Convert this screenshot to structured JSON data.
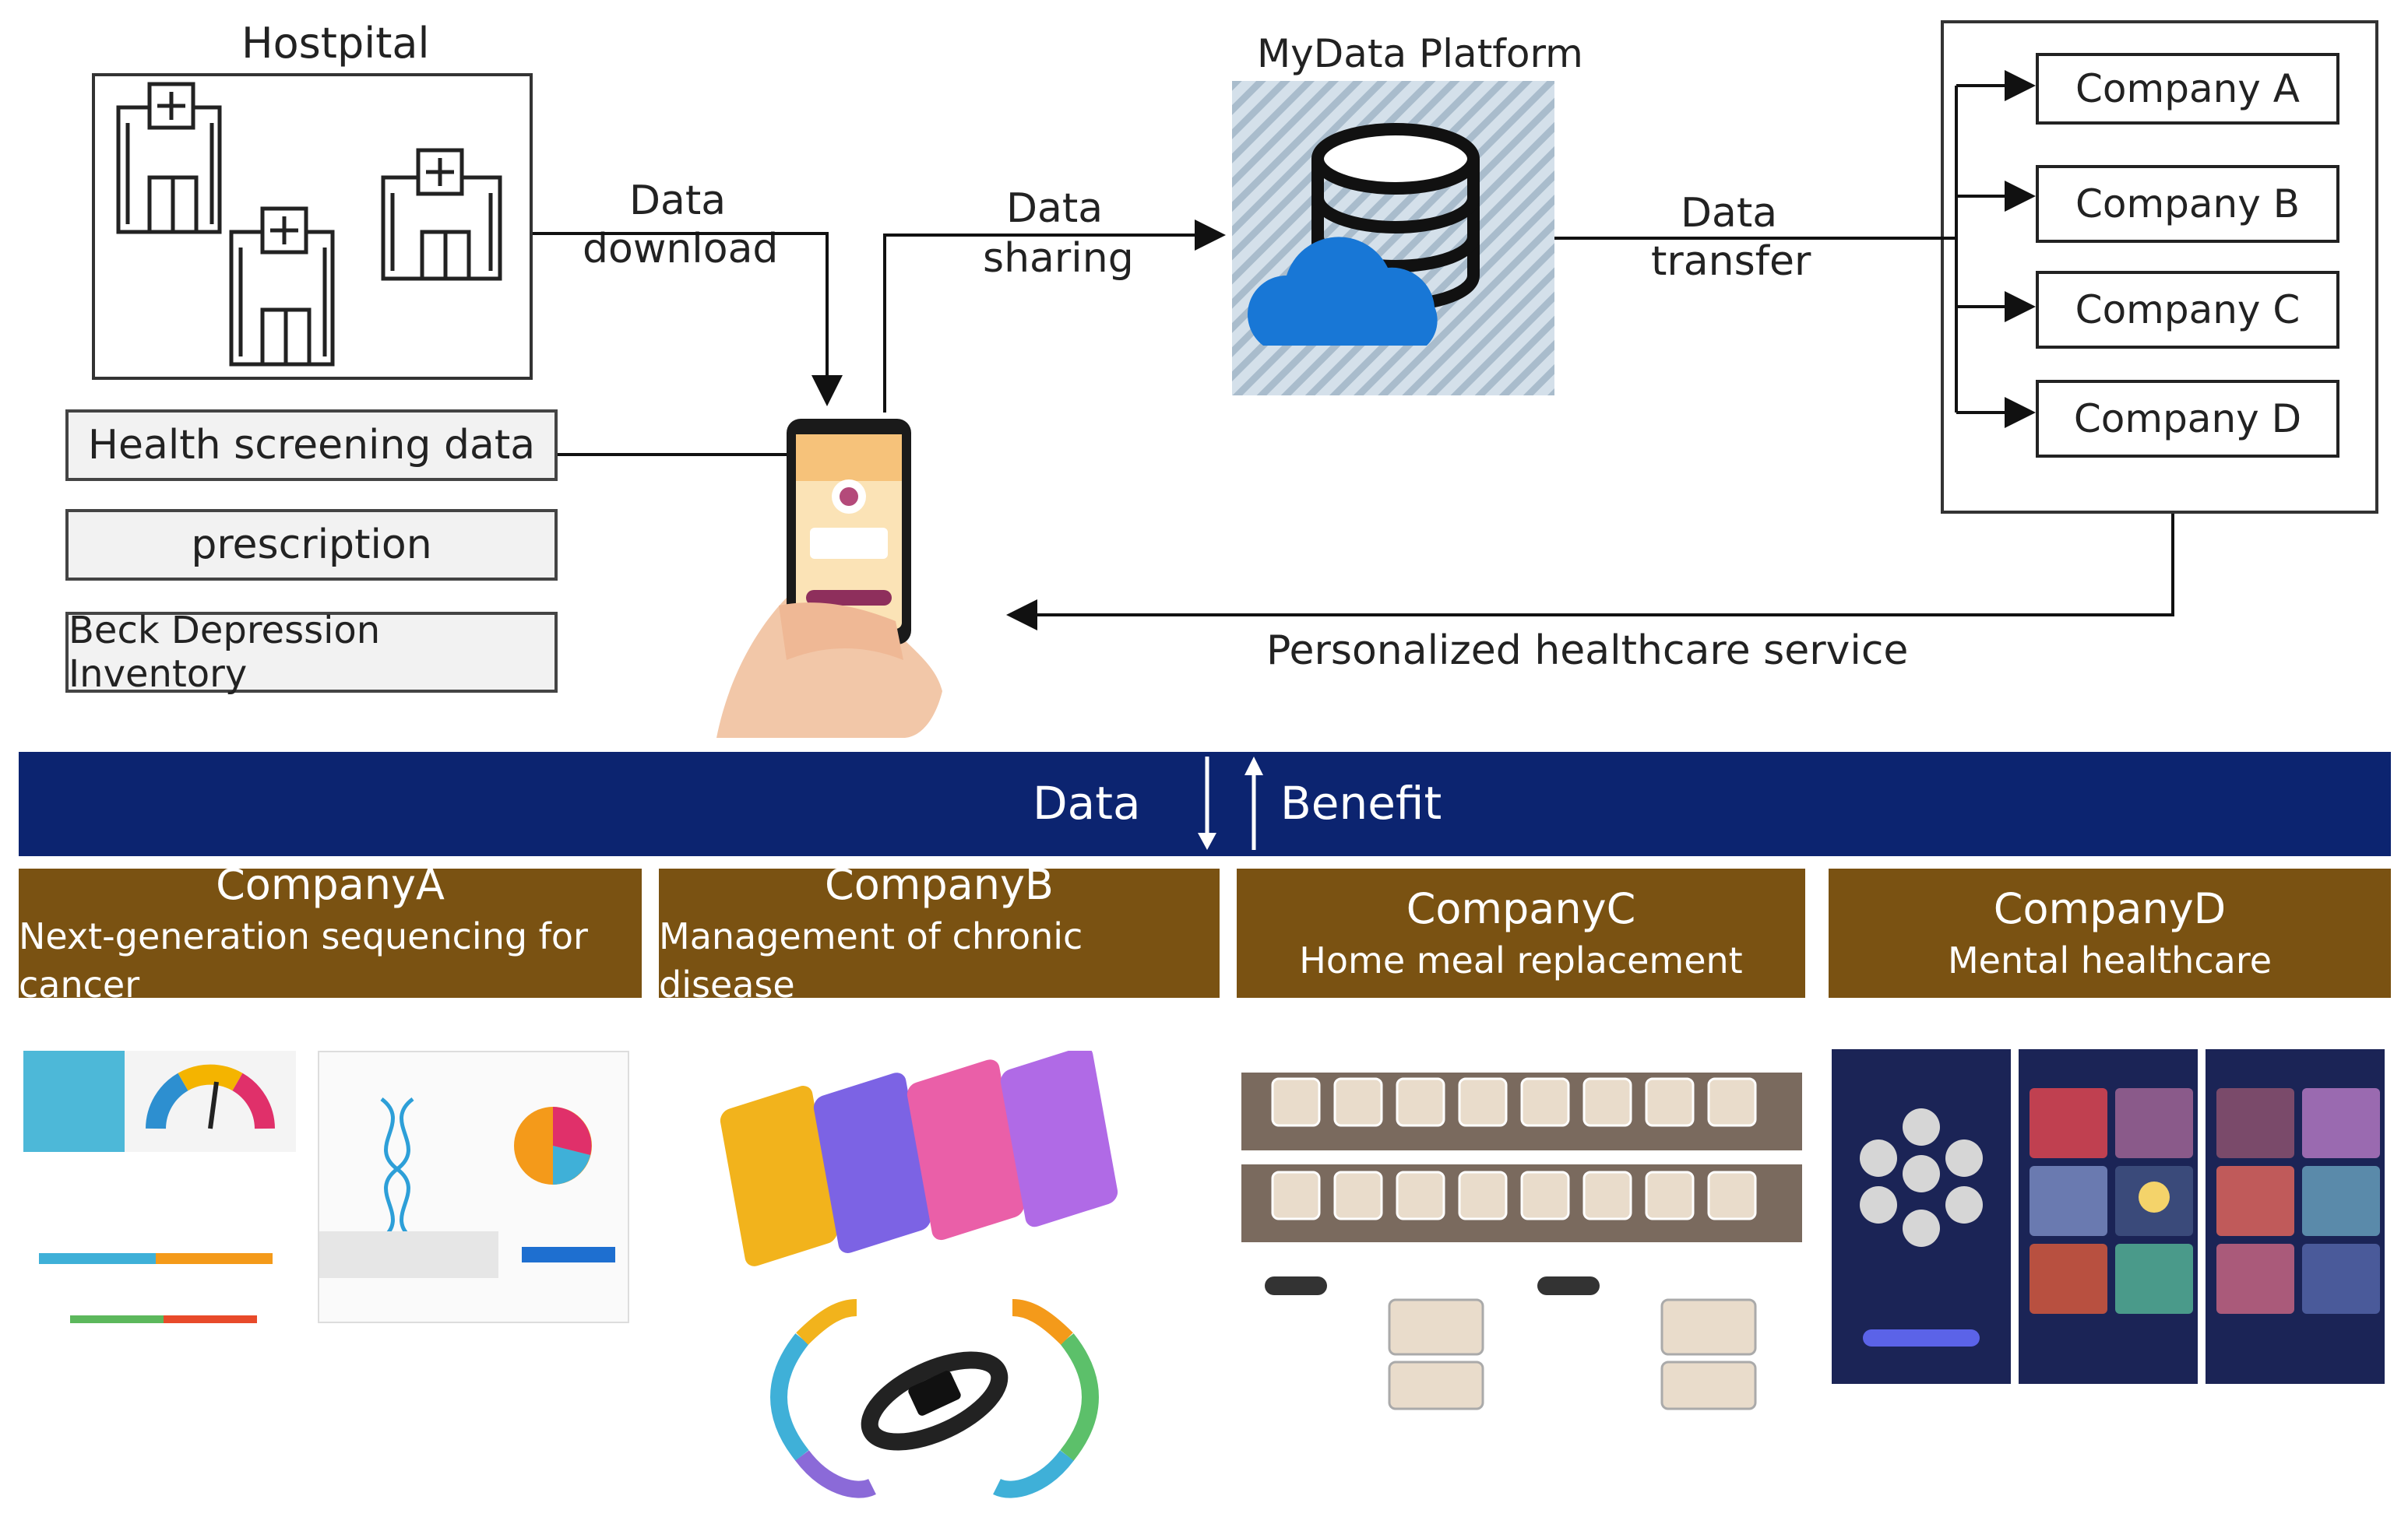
{
  "hospital": {
    "title": "Hostpital"
  },
  "platform": {
    "title": "MyData Platform"
  },
  "flows": {
    "download": [
      "Data",
      "download"
    ],
    "sharing": [
      "Data",
      "sharing"
    ],
    "transfer": [
      "Data",
      "transfer"
    ],
    "service": "Personalized healthcare service"
  },
  "data_items": [
    "Health screening data",
    "prescription",
    "Beck  Depression  Inventory"
  ],
  "companies_top": [
    "Company  A",
    "Company  B",
    "Company  C",
    "Company  D"
  ],
  "banner": {
    "left": "Data",
    "right": "Benefit",
    "color": "#0c2470"
  },
  "companies": [
    {
      "name": "CompanyA",
      "desc": "Next-generation sequencing for cancer"
    },
    {
      "name": "CompanyB",
      "desc": "Management of chronic disease"
    },
    {
      "name": "CompanyC",
      "desc": "Home meal replacement"
    },
    {
      "name": "CompanyD",
      "desc": "Mental healthcare"
    }
  ],
  "colors": {
    "company_bar": "#7a5212",
    "banner": "#0c2470"
  },
  "icons": [
    "hospital-icon",
    "database-icon",
    "cloud-icon",
    "smartphone-icon",
    "dna-icon",
    "pie-chart-icon",
    "gauge-icon",
    "wristband-icon",
    "meal-tray-icon",
    "moon-icon"
  ]
}
